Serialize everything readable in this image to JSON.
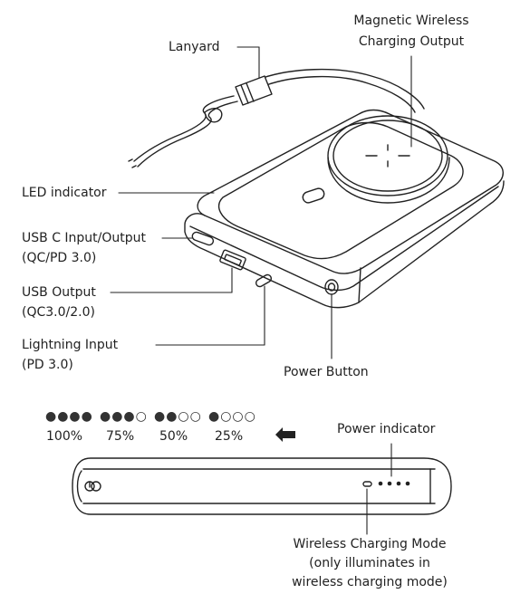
{
  "labels": {
    "lanyard": "Lanyard",
    "magnetic_line1": "Magnetic Wireless",
    "magnetic_line2": "Charging Output",
    "led_indicator": "LED indicator",
    "usbc_line1": "USB C Input/Output",
    "usbc_line2": "(QC/PD 3.0)",
    "usb_out_line1": "USB Output",
    "usb_out_line2": "(QC3.0/2.0)",
    "lightning_line1": "Lightning Input",
    "lightning_line2": "(PD 3.0)",
    "power_button": "Power Button",
    "power_indicator": "Power indicator",
    "wireless_line1": "Wireless Charging Mode",
    "wireless_line2": "(only illuminates in",
    "wireless_line3": "wireless charging mode)"
  },
  "battery_levels": [
    {
      "dots": "●●●●",
      "percent": "100%"
    },
    {
      "dots": "●●●○",
      "percent": "75%"
    },
    {
      "dots": "●●○○",
      "percent": "50%"
    },
    {
      "dots": "●○○○",
      "percent": "25%"
    }
  ],
  "icons": {
    "arrow": "left-arrow-icon",
    "power": "power-icon",
    "wireless": "wireless-charging-icon"
  },
  "colors": {
    "line": "#222222",
    "background": "#ffffff"
  }
}
